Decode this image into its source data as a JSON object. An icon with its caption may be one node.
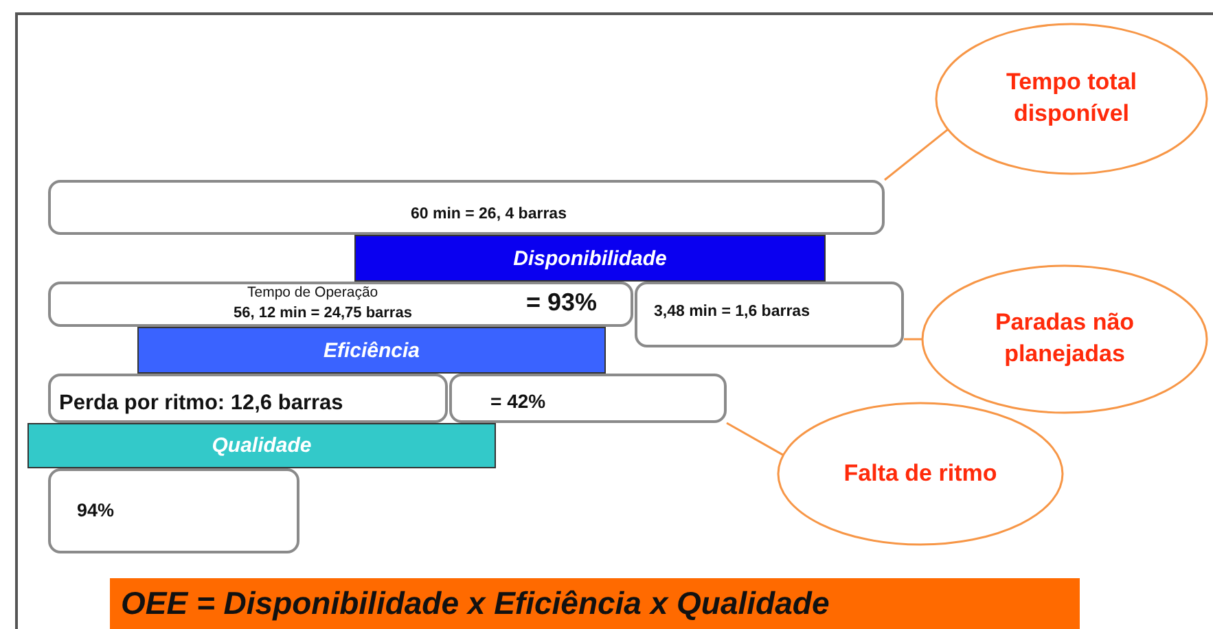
{
  "diagram": {
    "nodes": [
      {
        "text": [
          "60 min  =   26, 4 barras"
        ]
      },
      {
        "text": [
          "Disponibilidade"
        ]
      },
      {
        "text": [
          "Tempo de Operação",
          "56, 12 min  =   24,75 barras",
          "= 93%"
        ]
      },
      {
        "text": [
          "3,48 min =     1,6 barras"
        ]
      },
      {
        "text": [
          "Eficiência"
        ]
      },
      {
        "text": [
          "Perda por ritmo: 12,6 barras"
        ]
      },
      {
        "text": [
          "= 42%"
        ]
      },
      {
        "text": [
          "Qualidade"
        ]
      },
      {
        "text": [
          "94%"
        ]
      },
      {
        "text": [
          "Tempo total disponível"
        ]
      },
      {
        "text": [
          "Paradas não planejadas"
        ]
      },
      {
        "text": [
          "Falta de ritmo"
        ]
      },
      {
        "text": [
          "OEE = Disponibilidade x Eficiência x Qualidade"
        ]
      }
    ],
    "edges": [
      {
        "from": 9,
        "to": 0,
        "arrow": "none"
      },
      {
        "from": 10,
        "to": 3,
        "arrow": "none"
      },
      {
        "from": 11,
        "to": 6,
        "arrow": "none"
      }
    ]
  }
}
